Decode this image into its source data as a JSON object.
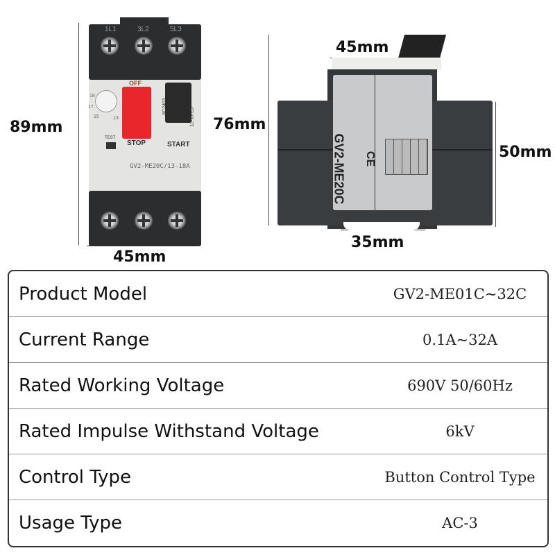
{
  "dimensions": {
    "front_height": "89mm",
    "front_width": "45mm",
    "side_height": "76mm",
    "side_top_width": "45mm",
    "side_rail_depth": "50mm",
    "side_rail_width": "35mm"
  },
  "front_device": {
    "terminals_top": [
      "1L1",
      "3L2",
      "5L3"
    ],
    "off_label": "OFF",
    "stop_label": "STOP",
    "start_label": "START",
    "test_label": "TEST",
    "dial_marks": [
      "18",
      "17",
      "15",
      "13"
    ],
    "code_label": "8C2403",
    "side_code": "12-19 E5",
    "model_label": "GV2-ME20C/13-18A"
  },
  "side_device": {
    "model_label": "GV2-ME20C",
    "ce_mark": "CE"
  },
  "specs": [
    {
      "label": "Product Model",
      "value": "GV2-ME01C~32C"
    },
    {
      "label": "Current Range",
      "value": "0.1A~32A"
    },
    {
      "label": "Rated Working Voltage",
      "value": "690V 50/60Hz"
    },
    {
      "label": "Rated Impulse Withstand Voltage",
      "value": "6kV"
    },
    {
      "label": "Control Type",
      "value": "Button Control Type"
    },
    {
      "label": "Usage Type",
      "value": "AC-3"
    }
  ],
  "colors": {
    "stop_button": "#e8262c",
    "start_button": "#2a2a2a",
    "housing_dark": "#2b2d2f",
    "housing_light": "#e4e4e2"
  }
}
